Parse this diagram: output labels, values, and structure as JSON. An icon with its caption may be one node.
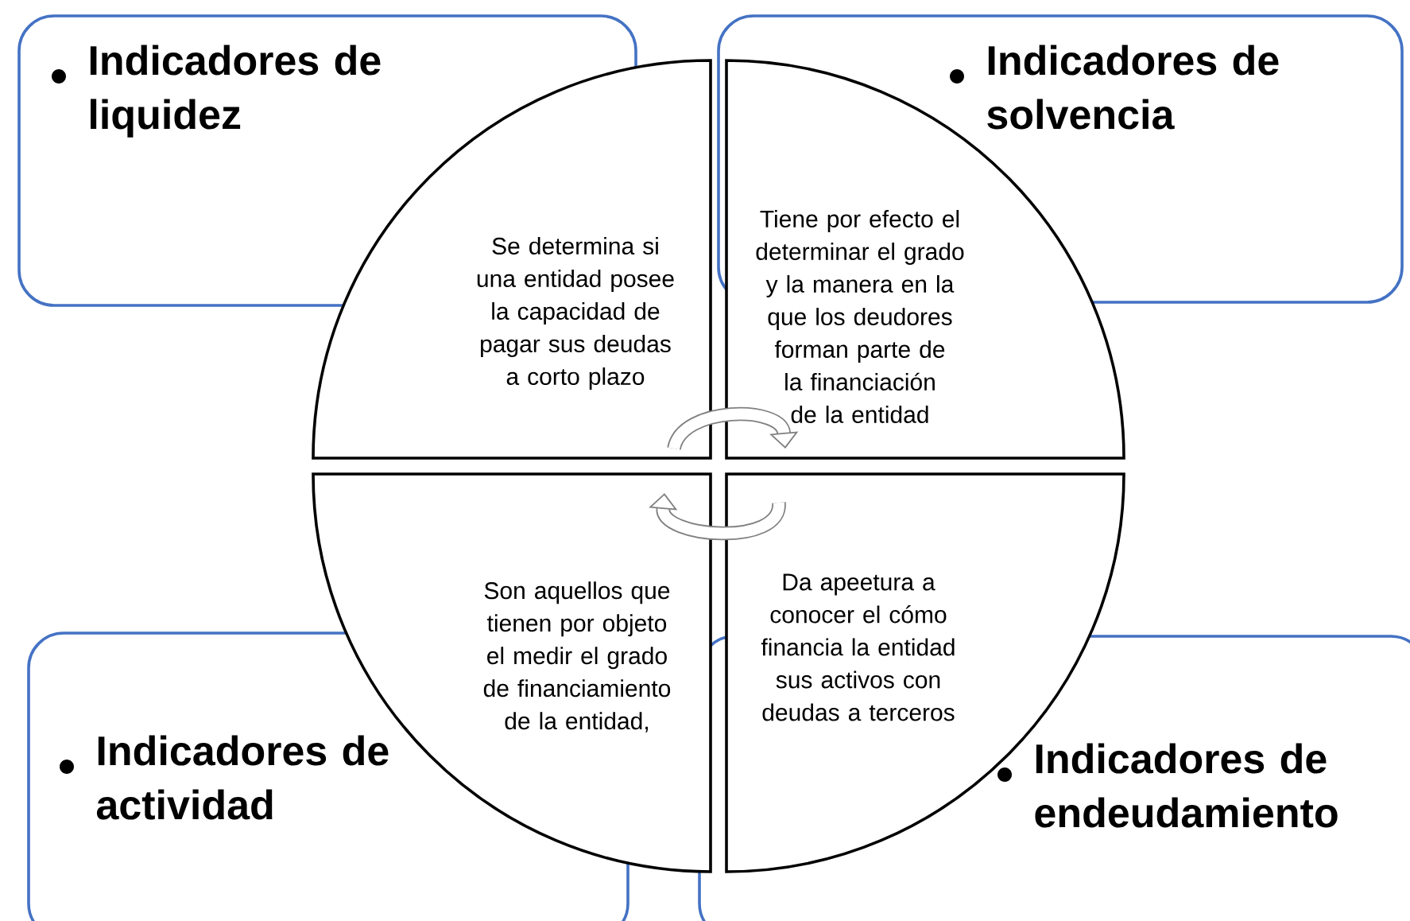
{
  "diagram": {
    "nodes": [
      {
        "text": [
          "Indicadores de liquidez"
        ]
      },
      {
        "text": [
          "Indicadores de solvencia"
        ]
      },
      {
        "text": [
          "Indicadores de actividad"
        ]
      },
      {
        "text": [
          "Indicadores de endeudamiento"
        ]
      },
      {
        "text": [
          "Se determina si una entidad posee la capacidad de pagar sus deudas a corto plazo"
        ]
      },
      {
        "text": [
          "Tiene por efecto el determinar el grado y la manera en la que los deudores forman parte de la financiación de la entidad"
        ]
      },
      {
        "text": [
          "Son aquellos que tienen por objeto el medir el grado de financiamiento de la entidad,"
        ]
      },
      {
        "text": [
          "Da apeetura a conocer el cómo financia la entidad sus activos con deudas a terceros"
        ]
      }
    ],
    "edges": [
      {
        "from": 4,
        "to": 5,
        "arrow": "to"
      },
      {
        "from": 7,
        "to": 6,
        "arrow": "to"
      }
    ]
  }
}
